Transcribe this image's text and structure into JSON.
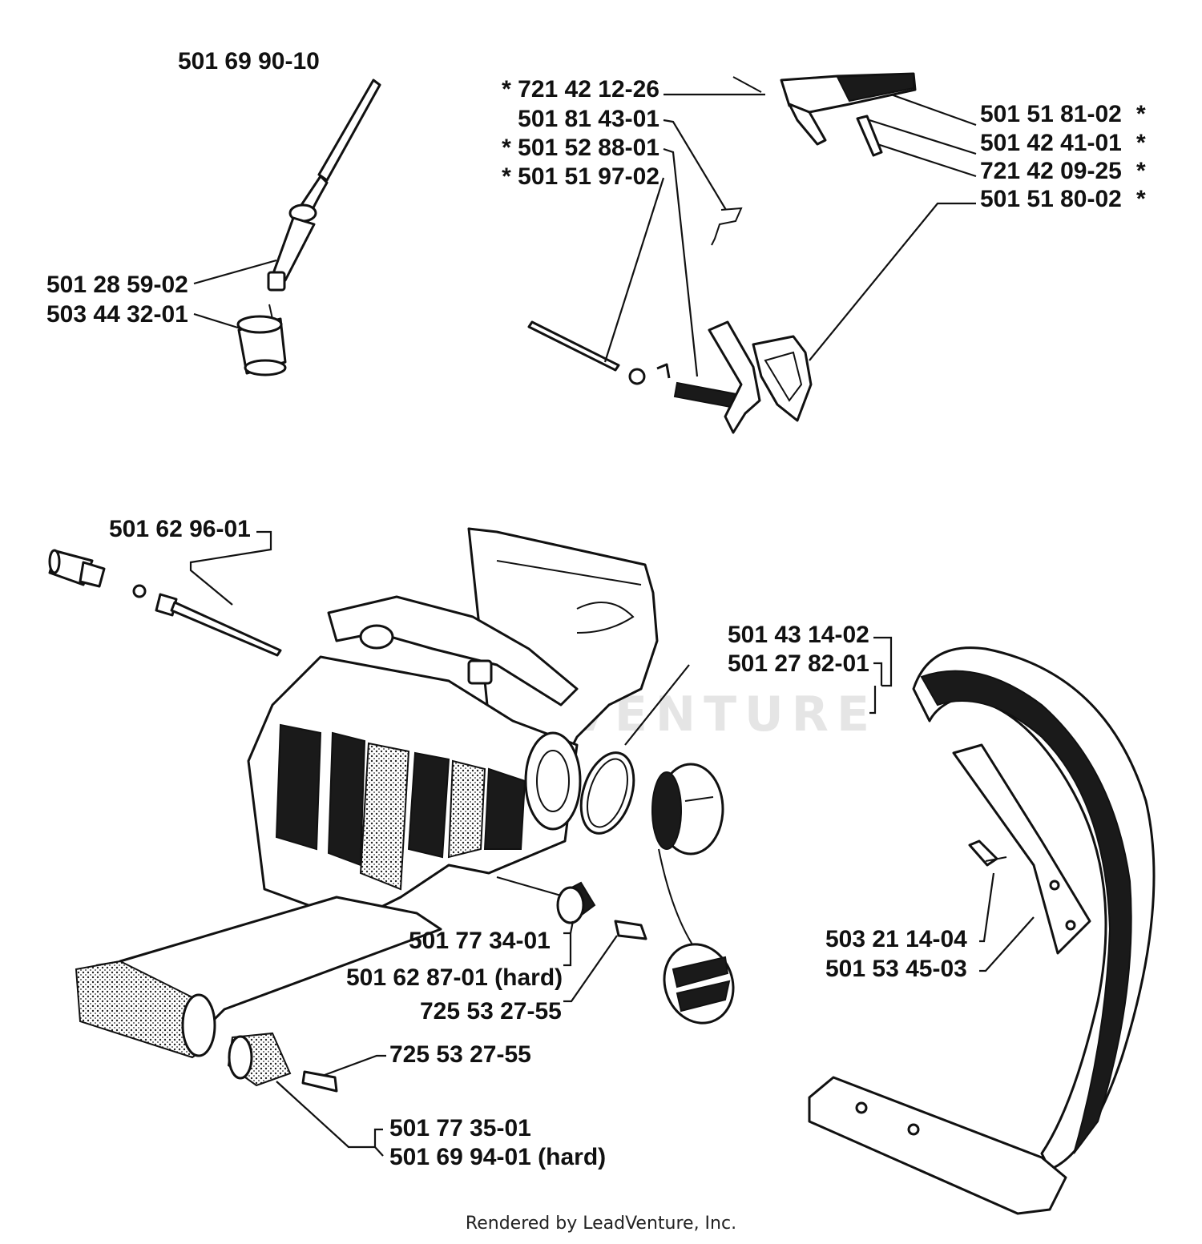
{
  "labels": {
    "fuel_hose": "501 69 90-10",
    "hose_fitting": "501 28 59-02",
    "fuel_filter": "503 44 32-01",
    "screw_1226": "* 721 42 12-26",
    "spring_4301": "501 81 43-01",
    "spring_8801": "* 501 52 88-01",
    "pin_9702": "* 501 51 97-02",
    "lever_8102": "501 51 81-02",
    "pin_4101": "501 42 41-01",
    "screw_0925": "721 42 09-25",
    "trigger_8002": "501 51 80-02",
    "star_8102": "*",
    "star_4101": "*",
    "star_0925": "*",
    "star_8002": "*",
    "oil_pump_pin": "501 62 96-01",
    "oring_1402": "501 43 14-02",
    "cap_8201": "501 27 82-01",
    "damper_3401": "501 77 34-01",
    "damper_8701": "501 62 87-01 (hard)",
    "screw_2755_a": "725 53 27-55",
    "screw_2755_b": "725 53 27-55",
    "damper_3501": "501 77 35-01",
    "damper_9401": "501 69 94-01 (hard)",
    "screw_1404": "503 21 14-04",
    "handle_4503": "501 53 45-03"
  },
  "watermark": "LEADVENTURE",
  "footer": "Rendered by LeadVenture, Inc."
}
